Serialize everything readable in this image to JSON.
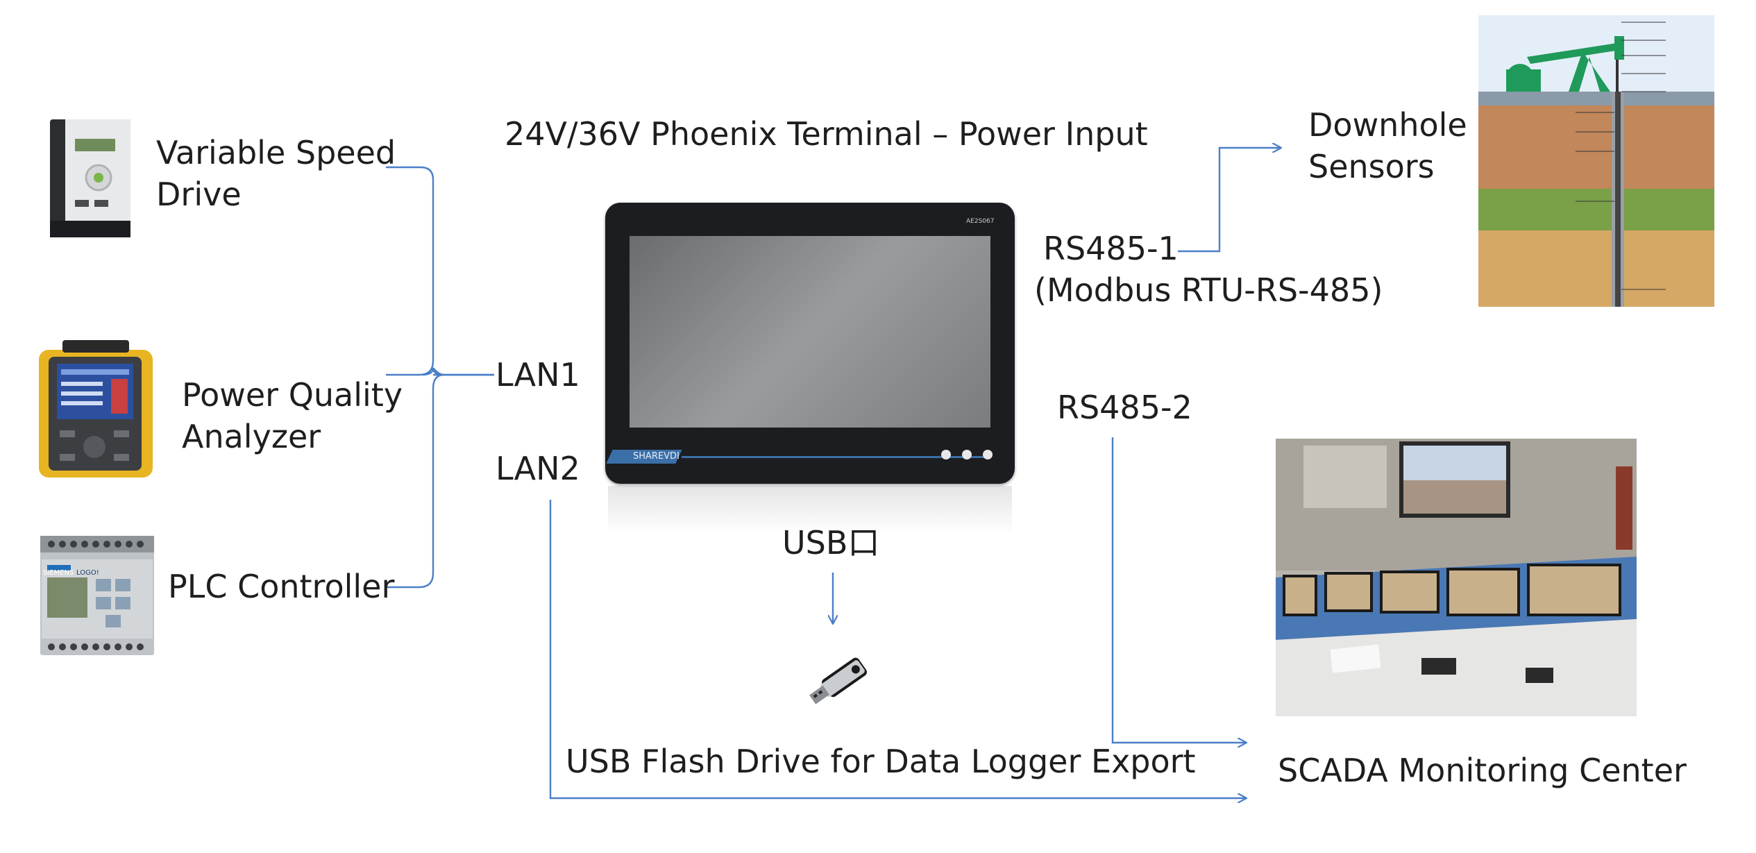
{
  "labels": {
    "power_input": "24V/36V Phoenix Terminal – Power Input",
    "vsd_line1": "Variable Speed",
    "vsd_line2": "Drive",
    "pqa_line1": "Power Quality",
    "pqa_line2": "Analyzer",
    "plc": "PLC Controller",
    "lan1": "LAN1",
    "lan2": "LAN2",
    "rs485_1": "RS485-1",
    "rs485_1_proto": "(Modbus RTU-RS-485)",
    "rs485_2": "RS485-2",
    "usb_port": "USB口",
    "usb_drive": "USB Flash Drive for Data Logger Export",
    "downhole_line1": "Downhole",
    "downhole_line2": "Sensors",
    "scada": "SCADA Monitoring Center"
  },
  "device_text": {
    "panel_model": "AE2S067",
    "panel_brand": "SHAREVDI",
    "plc_brand": "SIEMENS",
    "plc_model": "LOGO!"
  },
  "colors": {
    "wire": "#4a7fc8",
    "panel_body": "#1c1d20",
    "screen": "#8a8b8e"
  },
  "icons": [
    "variable-speed-drive-image",
    "power-quality-analyzer-image",
    "plc-controller-image",
    "hmi-panel-image",
    "usb-flash-drive-icon",
    "pumpjack-well-image",
    "scada-room-image"
  ]
}
